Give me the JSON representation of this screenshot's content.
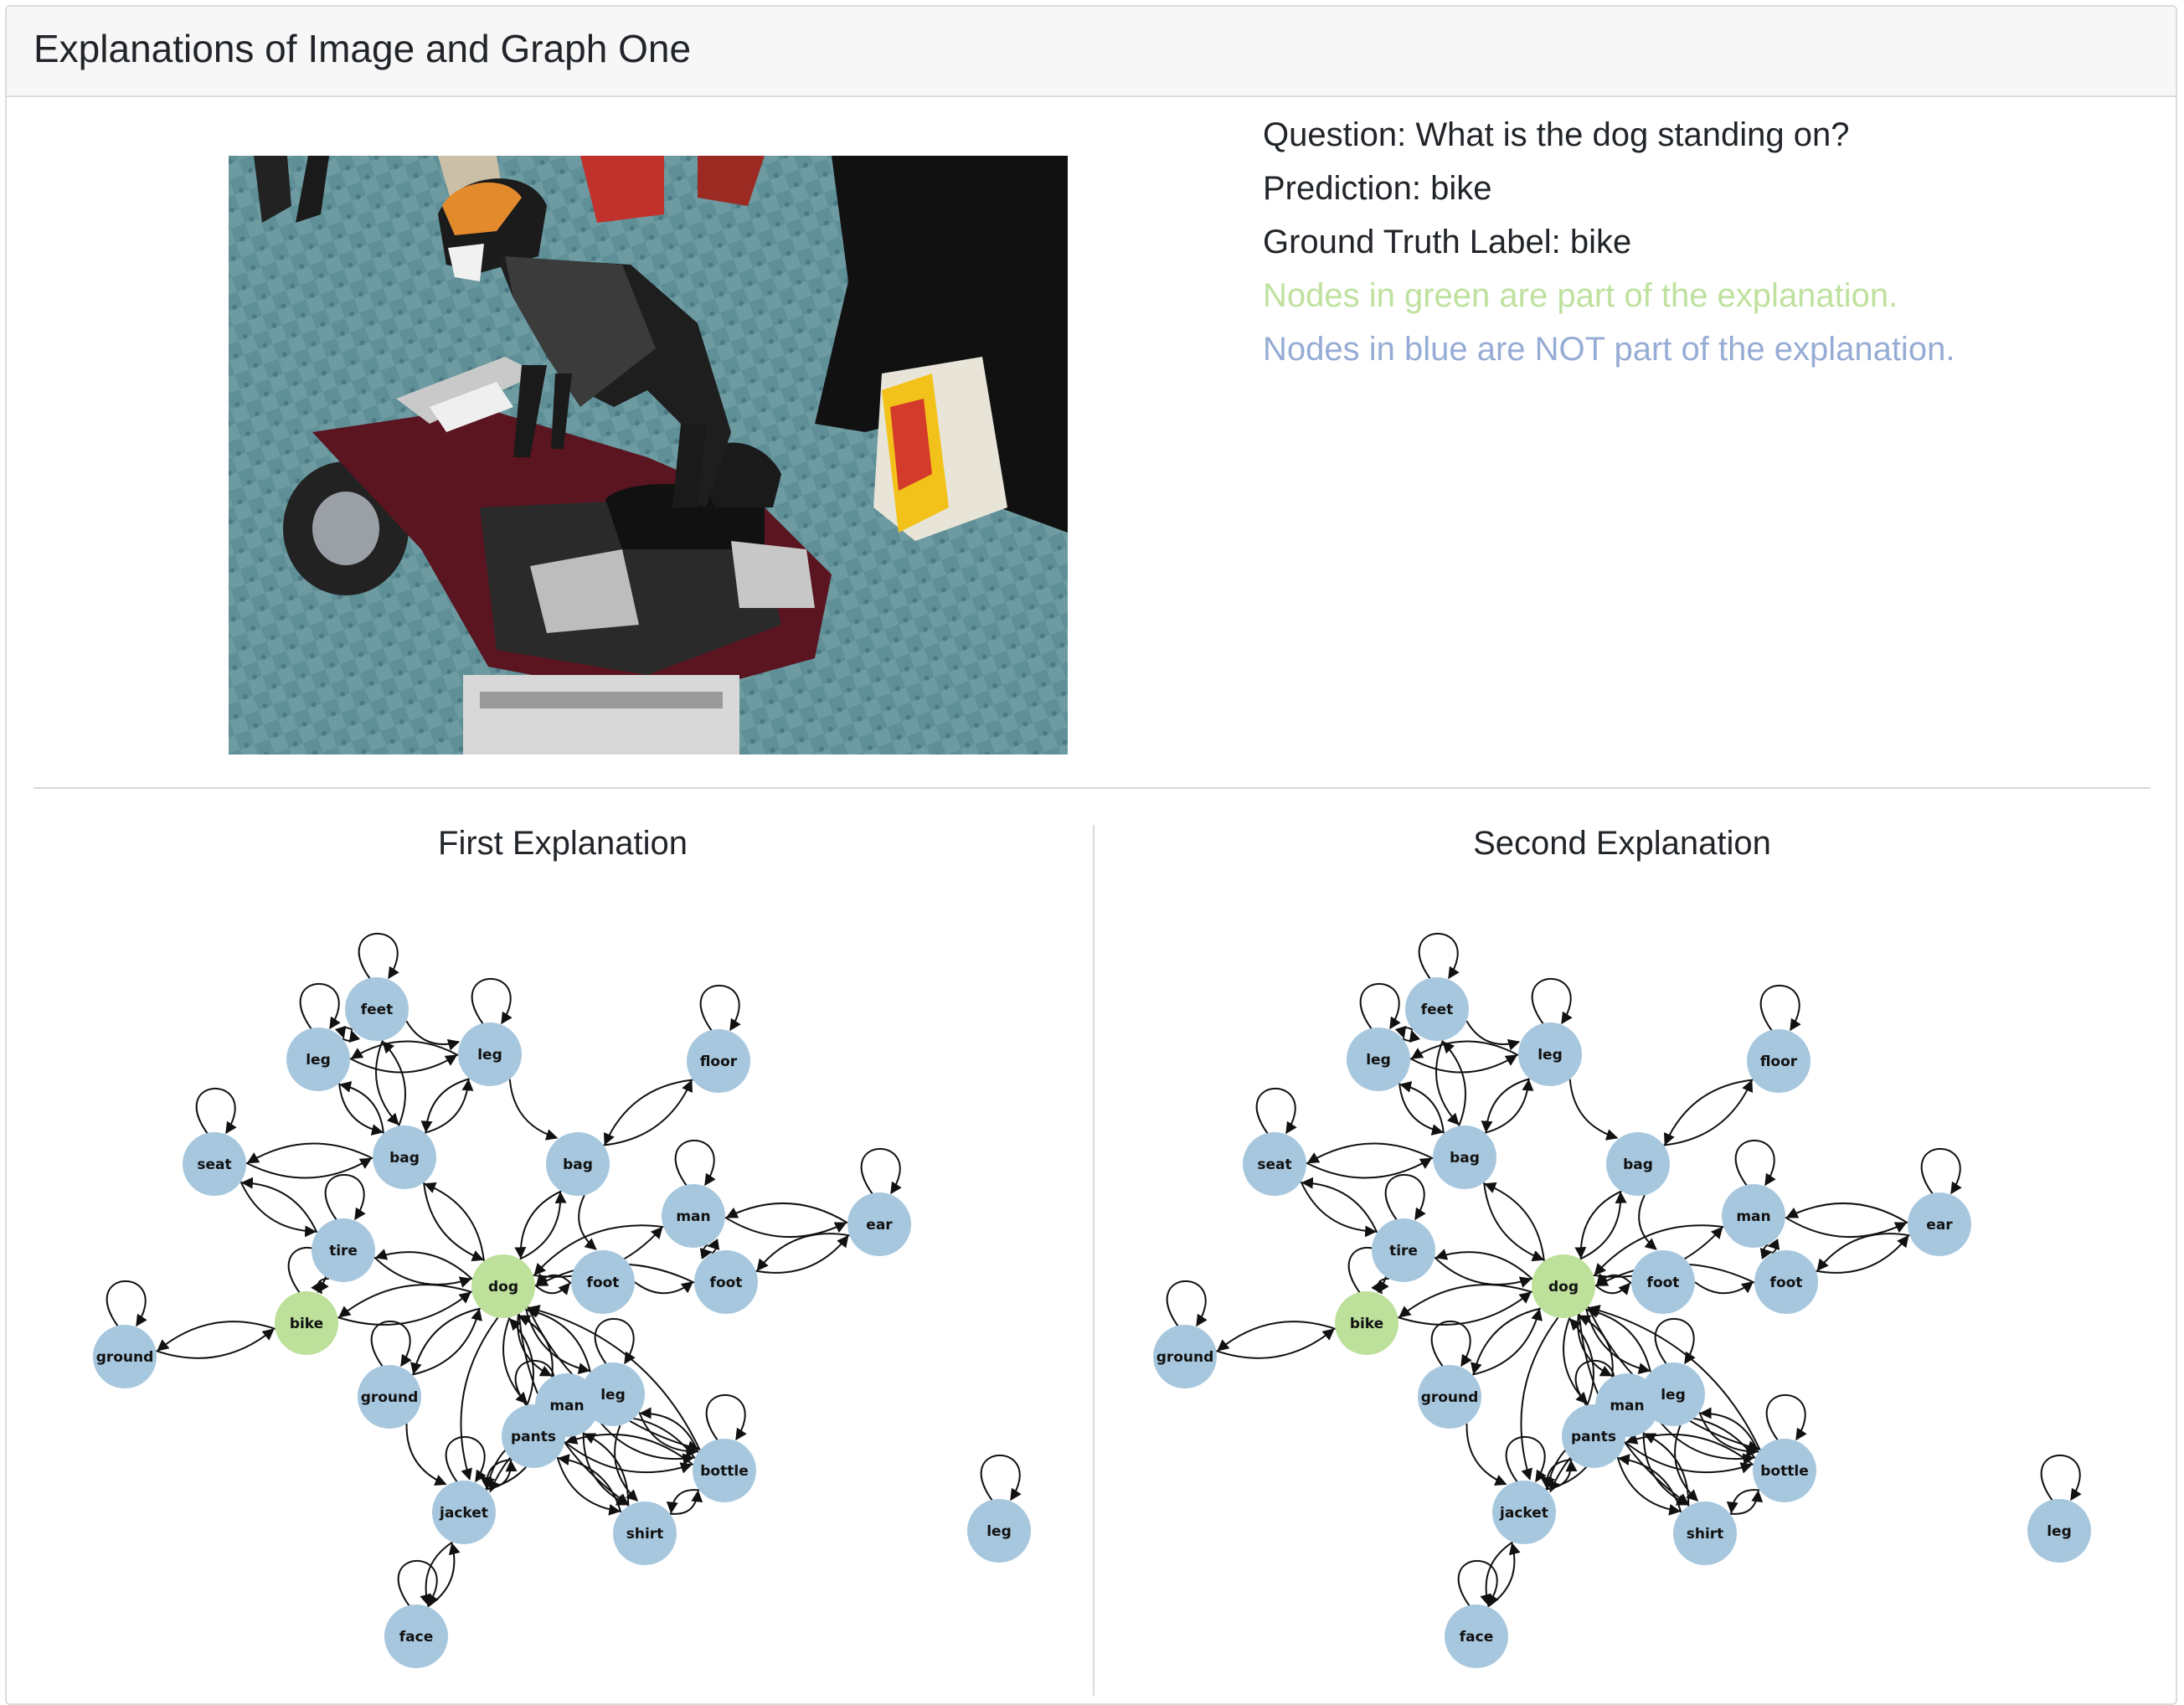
{
  "header": {
    "title": "Explanations of Image and Graph One"
  },
  "info": {
    "question": "Question: What is the dog standing on?",
    "prediction": "Prediction: bike",
    "ground_truth": "Ground Truth Label: bike",
    "legend_green": "Nodes in green are part of the explanation.",
    "legend_blue": "Nodes in blue are NOT part of the explanation."
  },
  "colors": {
    "explanation_node": "#bde09b",
    "other_node": "#a7c7de",
    "legend_green_text": "#bfe19f",
    "legend_blue_text": "#97acd5"
  },
  "panels": [
    {
      "title": "First Explanation"
    },
    {
      "title": "Second Explanation"
    }
  ],
  "graph": {
    "nodes": [
      {
        "id": "feet",
        "label": "feet",
        "explanation": false
      },
      {
        "id": "leg1",
        "label": "leg",
        "explanation": false
      },
      {
        "id": "leg2",
        "label": "leg",
        "explanation": false
      },
      {
        "id": "floor",
        "label": "floor",
        "explanation": false
      },
      {
        "id": "seat",
        "label": "seat",
        "explanation": false
      },
      {
        "id": "bag1",
        "label": "bag",
        "explanation": false
      },
      {
        "id": "bag2",
        "label": "bag",
        "explanation": false
      },
      {
        "id": "man1",
        "label": "man",
        "explanation": false
      },
      {
        "id": "ear",
        "label": "ear",
        "explanation": false
      },
      {
        "id": "tire",
        "label": "tire",
        "explanation": false
      },
      {
        "id": "dog",
        "label": "dog",
        "explanation": true
      },
      {
        "id": "foot1",
        "label": "foot",
        "explanation": false
      },
      {
        "id": "foot2",
        "label": "foot",
        "explanation": false
      },
      {
        "id": "bike",
        "label": "bike",
        "explanation": true
      },
      {
        "id": "ground1",
        "label": "ground",
        "explanation": false
      },
      {
        "id": "ground2",
        "label": "ground",
        "explanation": false
      },
      {
        "id": "man2",
        "label": "man",
        "explanation": false
      },
      {
        "id": "leg3",
        "label": "leg",
        "explanation": false
      },
      {
        "id": "pants",
        "label": "pants",
        "explanation": false
      },
      {
        "id": "bottle",
        "label": "bottle",
        "explanation": false
      },
      {
        "id": "jacket",
        "label": "jacket",
        "explanation": false
      },
      {
        "id": "shirt",
        "label": "shirt",
        "explanation": false
      },
      {
        "id": "leg4",
        "label": "leg",
        "explanation": false
      },
      {
        "id": "face",
        "label": "face",
        "explanation": false
      }
    ],
    "edges": [
      [
        "feet",
        "leg1"
      ],
      [
        "leg1",
        "feet"
      ],
      [
        "feet",
        "bag1"
      ],
      [
        "bag1",
        "feet"
      ],
      [
        "leg1",
        "bag1"
      ],
      [
        "bag1",
        "leg1"
      ],
      [
        "leg1",
        "leg2"
      ],
      [
        "leg2",
        "leg1"
      ],
      [
        "leg2",
        "bag1"
      ],
      [
        "bag1",
        "leg2"
      ],
      [
        "feet",
        "leg2"
      ],
      [
        "leg2",
        "bag2"
      ],
      [
        "floor",
        "bag2"
      ],
      [
        "bag2",
        "floor"
      ],
      [
        "seat",
        "bag1"
      ],
      [
        "bag1",
        "seat"
      ],
      [
        "seat",
        "tire"
      ],
      [
        "tire",
        "seat"
      ],
      [
        "bag1",
        "dog"
      ],
      [
        "dog",
        "bag1"
      ],
      [
        "bag2",
        "dog"
      ],
      [
        "dog",
        "bag2"
      ],
      [
        "bag2",
        "foot1"
      ],
      [
        "tire",
        "dog"
      ],
      [
        "dog",
        "tire"
      ],
      [
        "tire",
        "bike"
      ],
      [
        "bike",
        "dog"
      ],
      [
        "dog",
        "bike"
      ],
      [
        "ground1",
        "bike"
      ],
      [
        "bike",
        "ground1"
      ],
      [
        "man1",
        "dog"
      ],
      [
        "dog",
        "man1"
      ],
      [
        "man1",
        "ear"
      ],
      [
        "ear",
        "man1"
      ],
      [
        "man1",
        "foot2"
      ],
      [
        "foot2",
        "man1"
      ],
      [
        "ear",
        "foot2"
      ],
      [
        "foot2",
        "ear"
      ],
      [
        "foot1",
        "dog"
      ],
      [
        "dog",
        "foot1"
      ],
      [
        "foot1",
        "foot2"
      ],
      [
        "foot2",
        "dog"
      ],
      [
        "ground2",
        "dog"
      ],
      [
        "dog",
        "ground2"
      ],
      [
        "ground2",
        "jacket"
      ],
      [
        "dog",
        "man2"
      ],
      [
        "man2",
        "dog"
      ],
      [
        "dog",
        "leg3"
      ],
      [
        "leg3",
        "dog"
      ],
      [
        "dog",
        "pants"
      ],
      [
        "pants",
        "dog"
      ],
      [
        "dog",
        "shirt"
      ],
      [
        "dog",
        "bottle"
      ],
      [
        "bottle",
        "dog"
      ],
      [
        "man2",
        "bottle"
      ],
      [
        "bottle",
        "man2"
      ],
      [
        "leg3",
        "bottle"
      ],
      [
        "bottle",
        "leg3"
      ],
      [
        "pants",
        "bottle"
      ],
      [
        "bottle",
        "pants"
      ],
      [
        "man2",
        "jacket"
      ],
      [
        "jacket",
        "man2"
      ],
      [
        "pants",
        "jacket"
      ],
      [
        "jacket",
        "pants"
      ],
      [
        "leg3",
        "jacket"
      ],
      [
        "man2",
        "shirt"
      ],
      [
        "shirt",
        "man2"
      ],
      [
        "pants",
        "shirt"
      ],
      [
        "shirt",
        "pants"
      ],
      [
        "bottle",
        "shirt"
      ],
      [
        "shirt",
        "bottle"
      ],
      [
        "leg3",
        "shirt"
      ],
      [
        "jacket",
        "face"
      ],
      [
        "face",
        "jacket"
      ],
      [
        "dog",
        "jacket"
      ],
      [
        "leg3",
        "pants"
      ]
    ],
    "self_loops": [
      "feet",
      "leg1",
      "leg2",
      "floor",
      "seat",
      "man1",
      "ear",
      "tire",
      "bike",
      "ground1",
      "ground2",
      "leg3",
      "pants",
      "bottle",
      "jacket",
      "face",
      "leg4"
    ]
  }
}
